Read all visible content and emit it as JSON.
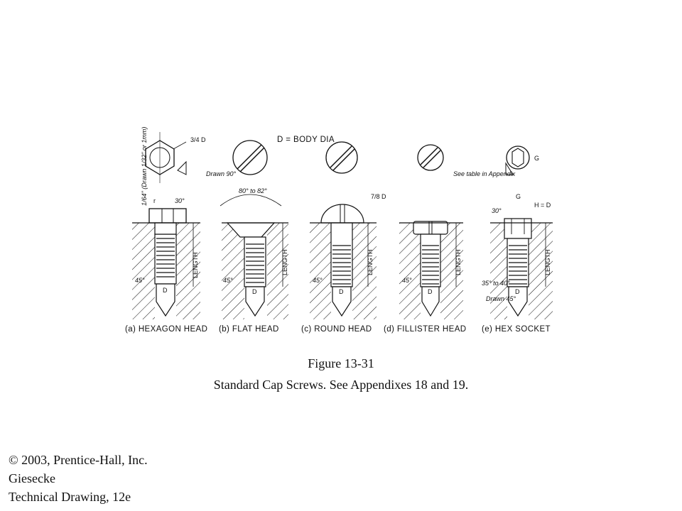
{
  "figure": {
    "title": "Figure 13-31",
    "caption": "Standard Cap Screws. See Appendixes 18 and 19.",
    "body_note": "D = BODY DIA"
  },
  "credit": {
    "line1": "© 2003, Prentice-Hall, Inc.",
    "line2": "Giesecke",
    "line3": "Technical Drawing, 12e"
  },
  "screws": [
    {
      "label": "(a) HEXAGON HEAD"
    },
    {
      "label": "(b) FLAT HEAD"
    },
    {
      "label": "(c) ROUND HEAD"
    },
    {
      "label": "(d) FILLISTER HEAD"
    },
    {
      "label": "(e) HEX SOCKET"
    }
  ],
  "dims": {
    "length": "LENGTH",
    "d": "D",
    "three_quarter_d": "3/4 D",
    "seven_eighth_d": "7/8 D",
    "drawn_64": "1/64\" (Drawn 1/32\" or 1mm)",
    "drawn_90": "Drawn 90°",
    "angle_80_82": "80° to 82°",
    "angle_30": "30°",
    "angle_45": "45°",
    "angle_35_40": "35° to 40°",
    "drawn_45": "Drawn 45°",
    "see_table": "See table in Appendix",
    "g": "G",
    "h_eq_d": "H = D",
    "r": "r"
  }
}
